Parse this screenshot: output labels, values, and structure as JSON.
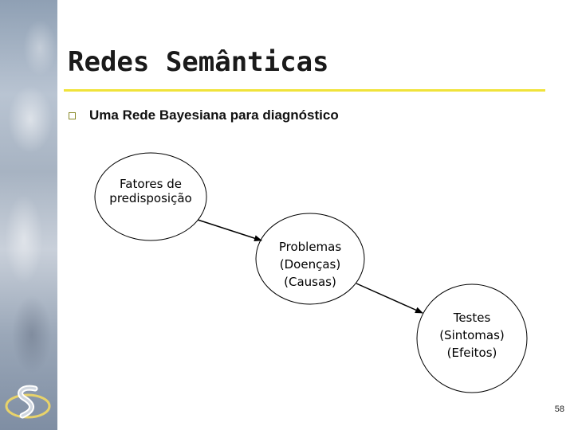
{
  "slide": {
    "title": "Redes Semânticas",
    "bullet": "Uma Rede Bayesiana para diagnóstico",
    "page_number": "58"
  },
  "diagram": {
    "nodes": [
      {
        "id": "fatores",
        "lines": [
          "Fatores de",
          "predisposição"
        ]
      },
      {
        "id": "problemas",
        "lines": [
          "Problemas",
          "(Doenças)",
          "(Causas)"
        ]
      },
      {
        "id": "testes",
        "lines": [
          "Testes",
          "(Sintomas)",
          "(Efeitos)"
        ]
      }
    ],
    "edges": [
      {
        "from": "fatores",
        "to": "problemas"
      },
      {
        "from": "problemas",
        "to": "testes"
      }
    ]
  },
  "colors": {
    "title_rule": "#f0e33a",
    "bullet": "#8a8a2a",
    "node_stroke": "#000000"
  },
  "icons": {
    "logo": "logo-icon"
  }
}
